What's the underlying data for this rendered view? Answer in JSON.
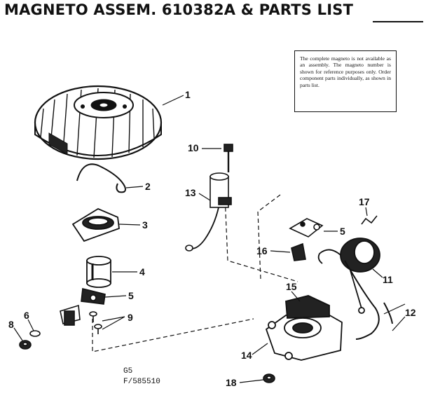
{
  "header": {
    "title": "MAGNETO ASSEM. 610382A & PARTS LIST"
  },
  "note": {
    "text": "The complete magneto is not available as an assembly. The magneto number is shown for reference purposes only. Order component parts individually, as shown in parts list."
  },
  "callouts": {
    "c1": "1",
    "c2": "2",
    "c3": "3",
    "c4": "4",
    "c5a": "5",
    "c5b": "5",
    "c6": "6",
    "c8": "8",
    "c9": "9",
    "c10": "10",
    "c11": "11",
    "c12": "12",
    "c13": "13",
    "c14": "14",
    "c15": "15",
    "c16": "16",
    "c17": "17",
    "c18": "18"
  },
  "footer": {
    "code1": "G5",
    "code2": "F/585510"
  }
}
